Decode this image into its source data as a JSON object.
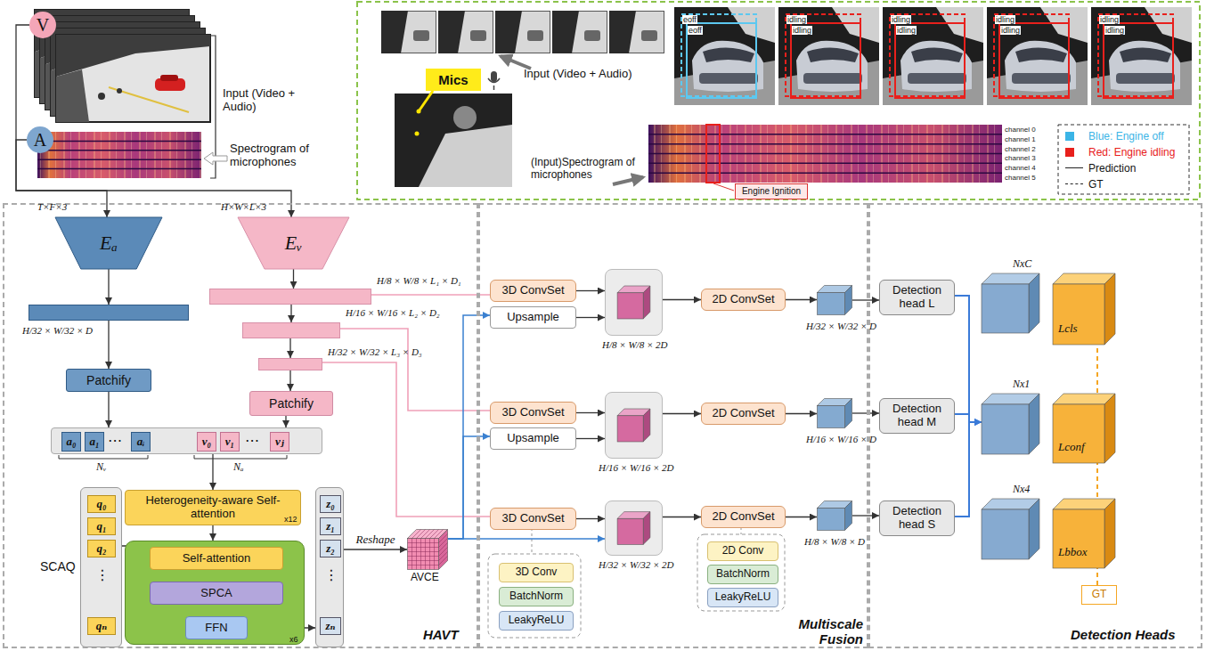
{
  "diagram": {
    "nodes": [
      {
        "text": [
          "V"
        ]
      },
      {
        "text": [
          "A"
        ]
      },
      {
        "text": [
          "HAVT"
        ]
      },
      {
        "text": [
          "Eₐ"
        ],
        "in": 2
      },
      {
        "text": [
          "Eᵥ"
        ],
        "in": 2
      },
      {
        "text": [
          "H/32 × W/32 × D"
        ],
        "in": 2
      },
      {
        "text": [
          "H/8 × W/8 × L₁ × D₁"
        ],
        "in": 2
      },
      {
        "text": [
          "H/16 × W/16 × L₂ × D₂"
        ],
        "in": 2
      },
      {
        "text": [
          "H/32 × W/32 × L₃ × D₃"
        ],
        "in": 2
      },
      {
        "text": [
          "Patchify"
        ],
        "in": 2
      },
      {
        "text": [
          "Patchify"
        ],
        "in": 2
      },
      {
        "text": [
          "⋯",
          "⋯"
        ],
        "in": 2
      },
      {
        "text": [
          "a₀"
        ],
        "in": 11
      },
      {
        "text": [
          "a₁"
        ],
        "in": 11
      },
      {
        "text": [
          "aᵢ"
        ],
        "in": 11
      },
      {
        "text": [
          "v₀"
        ],
        "in": 11
      },
      {
        "text": [
          "v₁"
        ],
        "in": 11
      },
      {
        "text": [
          "vⱼ"
        ],
        "in": 11
      },
      {
        "text": [
          "Heterogeneity-aware Self-attention",
          "x12"
        ],
        "in": 2
      },
      {
        "text": [
          "SCAQ",
          "⋮"
        ],
        "in": 2
      },
      {
        "text": [
          "q₀"
        ],
        "in": 19
      },
      {
        "text": [
          "q₁"
        ],
        "in": 19
      },
      {
        "text": [
          "q₂"
        ],
        "in": 19
      },
      {
        "text": [
          "qₙ"
        ],
        "in": 19
      },
      {
        "text": [
          "x6"
        ],
        "in": 2
      },
      {
        "text": [
          "Self-attention"
        ],
        "in": 24
      },
      {
        "text": [
          "SPCA"
        ],
        "in": 24
      },
      {
        "text": [
          "FFN"
        ],
        "in": 24
      },
      {
        "text": [
          "⋮"
        ],
        "in": 2
      },
      {
        "text": [
          "z₀"
        ],
        "in": 28
      },
      {
        "text": [
          "z₁"
        ],
        "in": 28
      },
      {
        "text": [
          "z₂"
        ],
        "in": 28
      },
      {
        "text": [
          "zₙ"
        ],
        "in": 28
      },
      {
        "text": [
          "AVCE"
        ],
        "in": 2
      },
      {
        "text": [
          "Multiscale Fusion"
        ]
      },
      {
        "text": [
          "3D ConvSet"
        ],
        "in": 34
      },
      {
        "text": [
          "Upsample"
        ],
        "in": 34
      },
      {
        "text": [
          "H/8 × W/8 × 2D"
        ],
        "in": 34
      },
      {
        "text": [
          "2D ConvSet"
        ],
        "in": 34
      },
      {
        "text": [
          "H/32 × W/32 × D"
        ],
        "in": 34
      },
      {
        "text": [
          "3D ConvSet"
        ],
        "in": 34
      },
      {
        "text": [
          "Upsample"
        ],
        "in": 34
      },
      {
        "text": [
          "H/16 × W/16 × 2D"
        ],
        "in": 34
      },
      {
        "text": [
          "2D ConvSet"
        ],
        "in": 34
      },
      {
        "text": [
          "H/16 × W/16 × D"
        ],
        "in": 34
      },
      {
        "text": [
          "3D ConvSet"
        ],
        "in": 34
      },
      {
        "text": [
          "H/32 × W/32 × 2D"
        ],
        "in": 34
      },
      {
        "text": [
          "2D ConvSet"
        ],
        "in": 34
      },
      {
        "text": [
          "H/8 × W/8 × D"
        ],
        "in": 34
      },
      {
        "text": [
          "3D Conv"
        ],
        "in": 34
      },
      {
        "text": [
          "BatchNorm"
        ],
        "in": 34
      },
      {
        "text": [
          "LeakyReLU"
        ],
        "in": 34
      },
      {
        "text": [
          "2D Conv"
        ],
        "in": 34
      },
      {
        "text": [
          "BatchNorm"
        ],
        "in": 34
      },
      {
        "text": [
          "LeakyReLU"
        ],
        "in": 34
      },
      {
        "text": [
          "Detection Heads"
        ]
      },
      {
        "text": [
          "Detection head L"
        ],
        "in": 55
      },
      {
        "text": [
          "Detection head M"
        ],
        "in": 55
      },
      {
        "text": [
          "Detection head S"
        ],
        "in": 55
      },
      {
        "text": [
          "NxC"
        ],
        "in": 55
      },
      {
        "text": [
          "Nx1"
        ],
        "in": 55
      },
      {
        "text": [
          "Nx4"
        ],
        "in": 55
      },
      {
        "text": [
          "Lcls"
        ],
        "in": 55
      },
      {
        "text": [
          "Lconf"
        ],
        "in": 55
      },
      {
        "text": [
          "Lbbox"
        ],
        "in": 55
      },
      {
        "text": [
          "GT"
        ],
        "in": 55
      },
      {
        "text": [
          "Mics"
        ]
      },
      {
        "text": [
          "Engine Ignition"
        ]
      }
    ],
    "edges": [
      {
        "from": 0,
        "to": 4,
        "arrow": "to"
      },
      {
        "from": 1,
        "to": 3,
        "arrow": "to"
      },
      {
        "from": 3,
        "to": 5,
        "arrow": "to"
      },
      {
        "from": 5,
        "to": 9,
        "arrow": "to"
      },
      {
        "from": 9,
        "to": 11,
        "arrow": "to"
      },
      {
        "from": 4,
        "to": 6,
        "arrow": "to"
      },
      {
        "from": 6,
        "to": 7,
        "arrow": "to"
      },
      {
        "from": 7,
        "to": 8,
        "arrow": "to"
      },
      {
        "from": 8,
        "to": 10,
        "arrow": "to"
      },
      {
        "from": 10,
        "to": 11,
        "arrow": "to"
      },
      {
        "from": 11,
        "to": 18,
        "arrow": "to"
      },
      {
        "from": 18,
        "to": 24,
        "arrow": "to"
      },
      {
        "from": 19,
        "to": 26,
        "arrow": "to"
      },
      {
        "from": 25,
        "to": 26,
        "arrow": "to"
      },
      {
        "from": 26,
        "to": 27,
        "arrow": "to"
      },
      {
        "from": 27,
        "to": 28,
        "arrow": "to"
      },
      {
        "from": 28,
        "to": 33,
        "arrow": "to",
        "label": "Reshape"
      },
      {
        "from": 6,
        "to": 35,
        "arrow": "none"
      },
      {
        "from": 7,
        "to": 40,
        "arrow": "none"
      },
      {
        "from": 8,
        "to": 45,
        "arrow": "none"
      },
      {
        "from": 33,
        "to": 36,
        "arrow": "to"
      },
      {
        "from": 33,
        "to": 41,
        "arrow": "to"
      },
      {
        "from": 33,
        "to": 46,
        "arrow": "to"
      },
      {
        "from": 35,
        "to": 37,
        "arrow": "to"
      },
      {
        "from": 36,
        "to": 37,
        "arrow": "to"
      },
      {
        "from": 37,
        "to": 38,
        "arrow": "to"
      },
      {
        "from": 38,
        "to": 39,
        "arrow": "to"
      },
      {
        "from": 39,
        "to": 56,
        "arrow": "to"
      },
      {
        "from": 40,
        "to": 42,
        "arrow": "to"
      },
      {
        "from": 41,
        "to": 42,
        "arrow": "to"
      },
      {
        "from": 42,
        "to": 43,
        "arrow": "to"
      },
      {
        "from": 43,
        "to": 44,
        "arrow": "to"
      },
      {
        "from": 44,
        "to": 57,
        "arrow": "to"
      },
      {
        "from": 45,
        "to": 46,
        "arrow": "to"
      },
      {
        "from": 46,
        "to": 47,
        "arrow": "to"
      },
      {
        "from": 47,
        "to": 48,
        "arrow": "to"
      },
      {
        "from": 48,
        "to": 58,
        "arrow": "to"
      },
      {
        "from": 56,
        "to": 60,
        "arrow": "to"
      },
      {
        "from": 57,
        "to": 60,
        "arrow": "to"
      },
      {
        "from": 58,
        "to": 60,
        "arrow": "to"
      },
      {
        "from": 65,
        "to": 62,
        "arrow": "none"
      },
      {
        "from": 65,
        "to": 63,
        "arrow": "none"
      },
      {
        "from": 65,
        "to": 64,
        "arrow": "none"
      }
    ],
    "labels": [
      "Input (Video + Audio)",
      "Spectrogram of microphones",
      "T×F×3",
      "H×W×L×3",
      "Nᵥ",
      "Nₐ",
      "Input (Video + Audio)",
      "(Input)Spectrogram of microphones",
      "channel 0",
      "channel 1",
      "channel 2",
      "channel 3",
      "channel 4",
      "channel 5",
      "eoff",
      "eoff",
      "idling",
      "idling",
      "idling",
      "idling",
      "idling",
      "idling",
      "idling",
      "idling"
    ],
    "legend": [
      {
        "text": "Blue: Engine off",
        "color": "#3bb4e6"
      },
      {
        "text": "Red: Engine idling",
        "color": "#e8201c"
      },
      {
        "text": "Prediction"
      },
      {
        "text": "GT"
      }
    ]
  }
}
